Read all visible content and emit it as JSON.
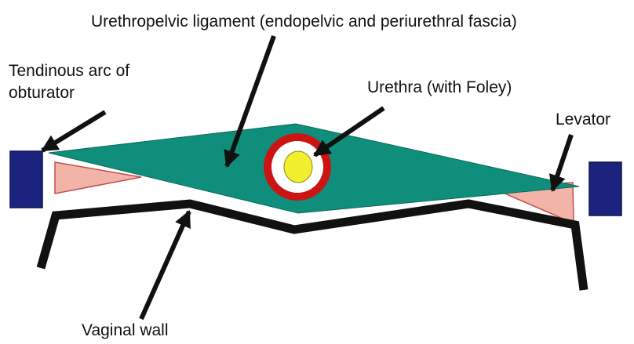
{
  "labels": {
    "urethropelvic_ligament": "Urethropelvic ligament (endopelvic and periurethral fascia)",
    "tendinous_arc_line1": "Tendinous arc of",
    "tendinous_arc_line2": "obturator",
    "urethra": "Urethra (with Foley)",
    "levator": "Levator",
    "vaginal_wall": "Vaginal wall"
  },
  "colors": {
    "ligament_fill": "#0f8f7b",
    "obturator_fill": "#1c237e",
    "levator_fill": "#f2b3a8",
    "levator_stroke": "#c0504d",
    "urethra_outer": "#cc1414",
    "urethra_ring": "#ffffff",
    "foley_fill": "#f2ef2e",
    "vaginal_wall": "#111111",
    "arrow": "#111111"
  }
}
